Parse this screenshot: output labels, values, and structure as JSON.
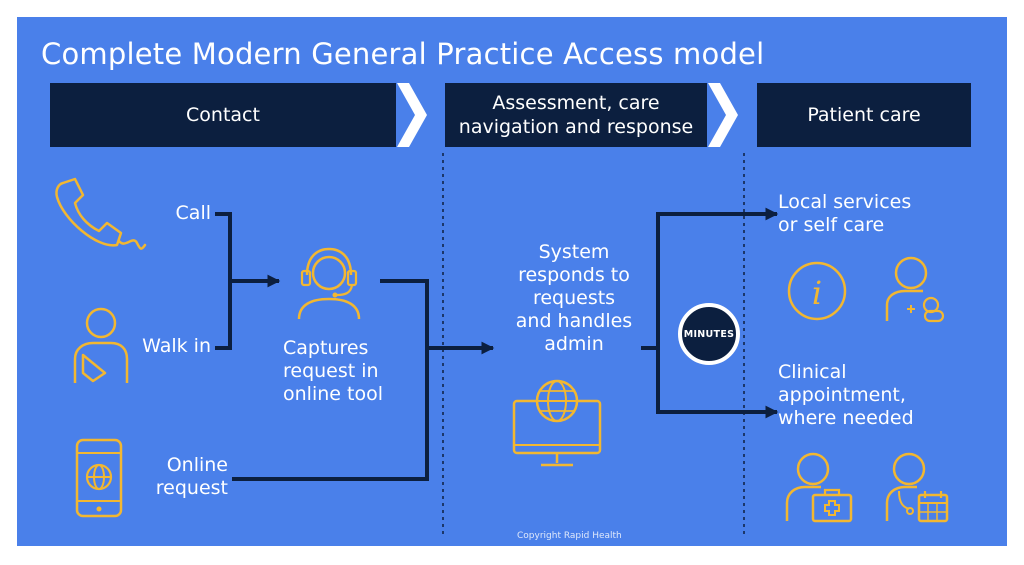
{
  "title": "Complete Modern General Practice Access model",
  "steps": {
    "contact": "Contact",
    "assessment_line1": "Assessment, care",
    "assessment_line2": "navigation and response",
    "patient_care": "Patient care"
  },
  "contact": {
    "call": "Call",
    "walk_in": "Walk in",
    "online_line1": "Online",
    "online_line2": "request"
  },
  "capture": {
    "line1": "Captures",
    "line2": "request in",
    "line3": "online tool"
  },
  "system": {
    "line1": "System",
    "line2": "responds to",
    "line3": "requests",
    "line4": "and handles",
    "line5": "admin"
  },
  "minutes_label": "MINUTES",
  "outcomes": {
    "local_line1": "Local services",
    "local_line2": "or self care",
    "clinical_line1": "Clinical",
    "clinical_line2": "appointment,",
    "clinical_line3": "where needed"
  },
  "copyright": "Copyright Rapid Health",
  "colors": {
    "background": "#4a80ea",
    "dark_navy": "#0c1f3f",
    "icon_gold": "#f2b731",
    "text": "#ffffff"
  },
  "icons": [
    "phone-icon",
    "walk-in-patient-icon",
    "mobile-globe-icon",
    "headset-operator-icon",
    "computer-globe-icon",
    "information-icon",
    "patient-medication-icon",
    "patient-medical-kit-icon",
    "clinician-calendar-icon"
  ]
}
